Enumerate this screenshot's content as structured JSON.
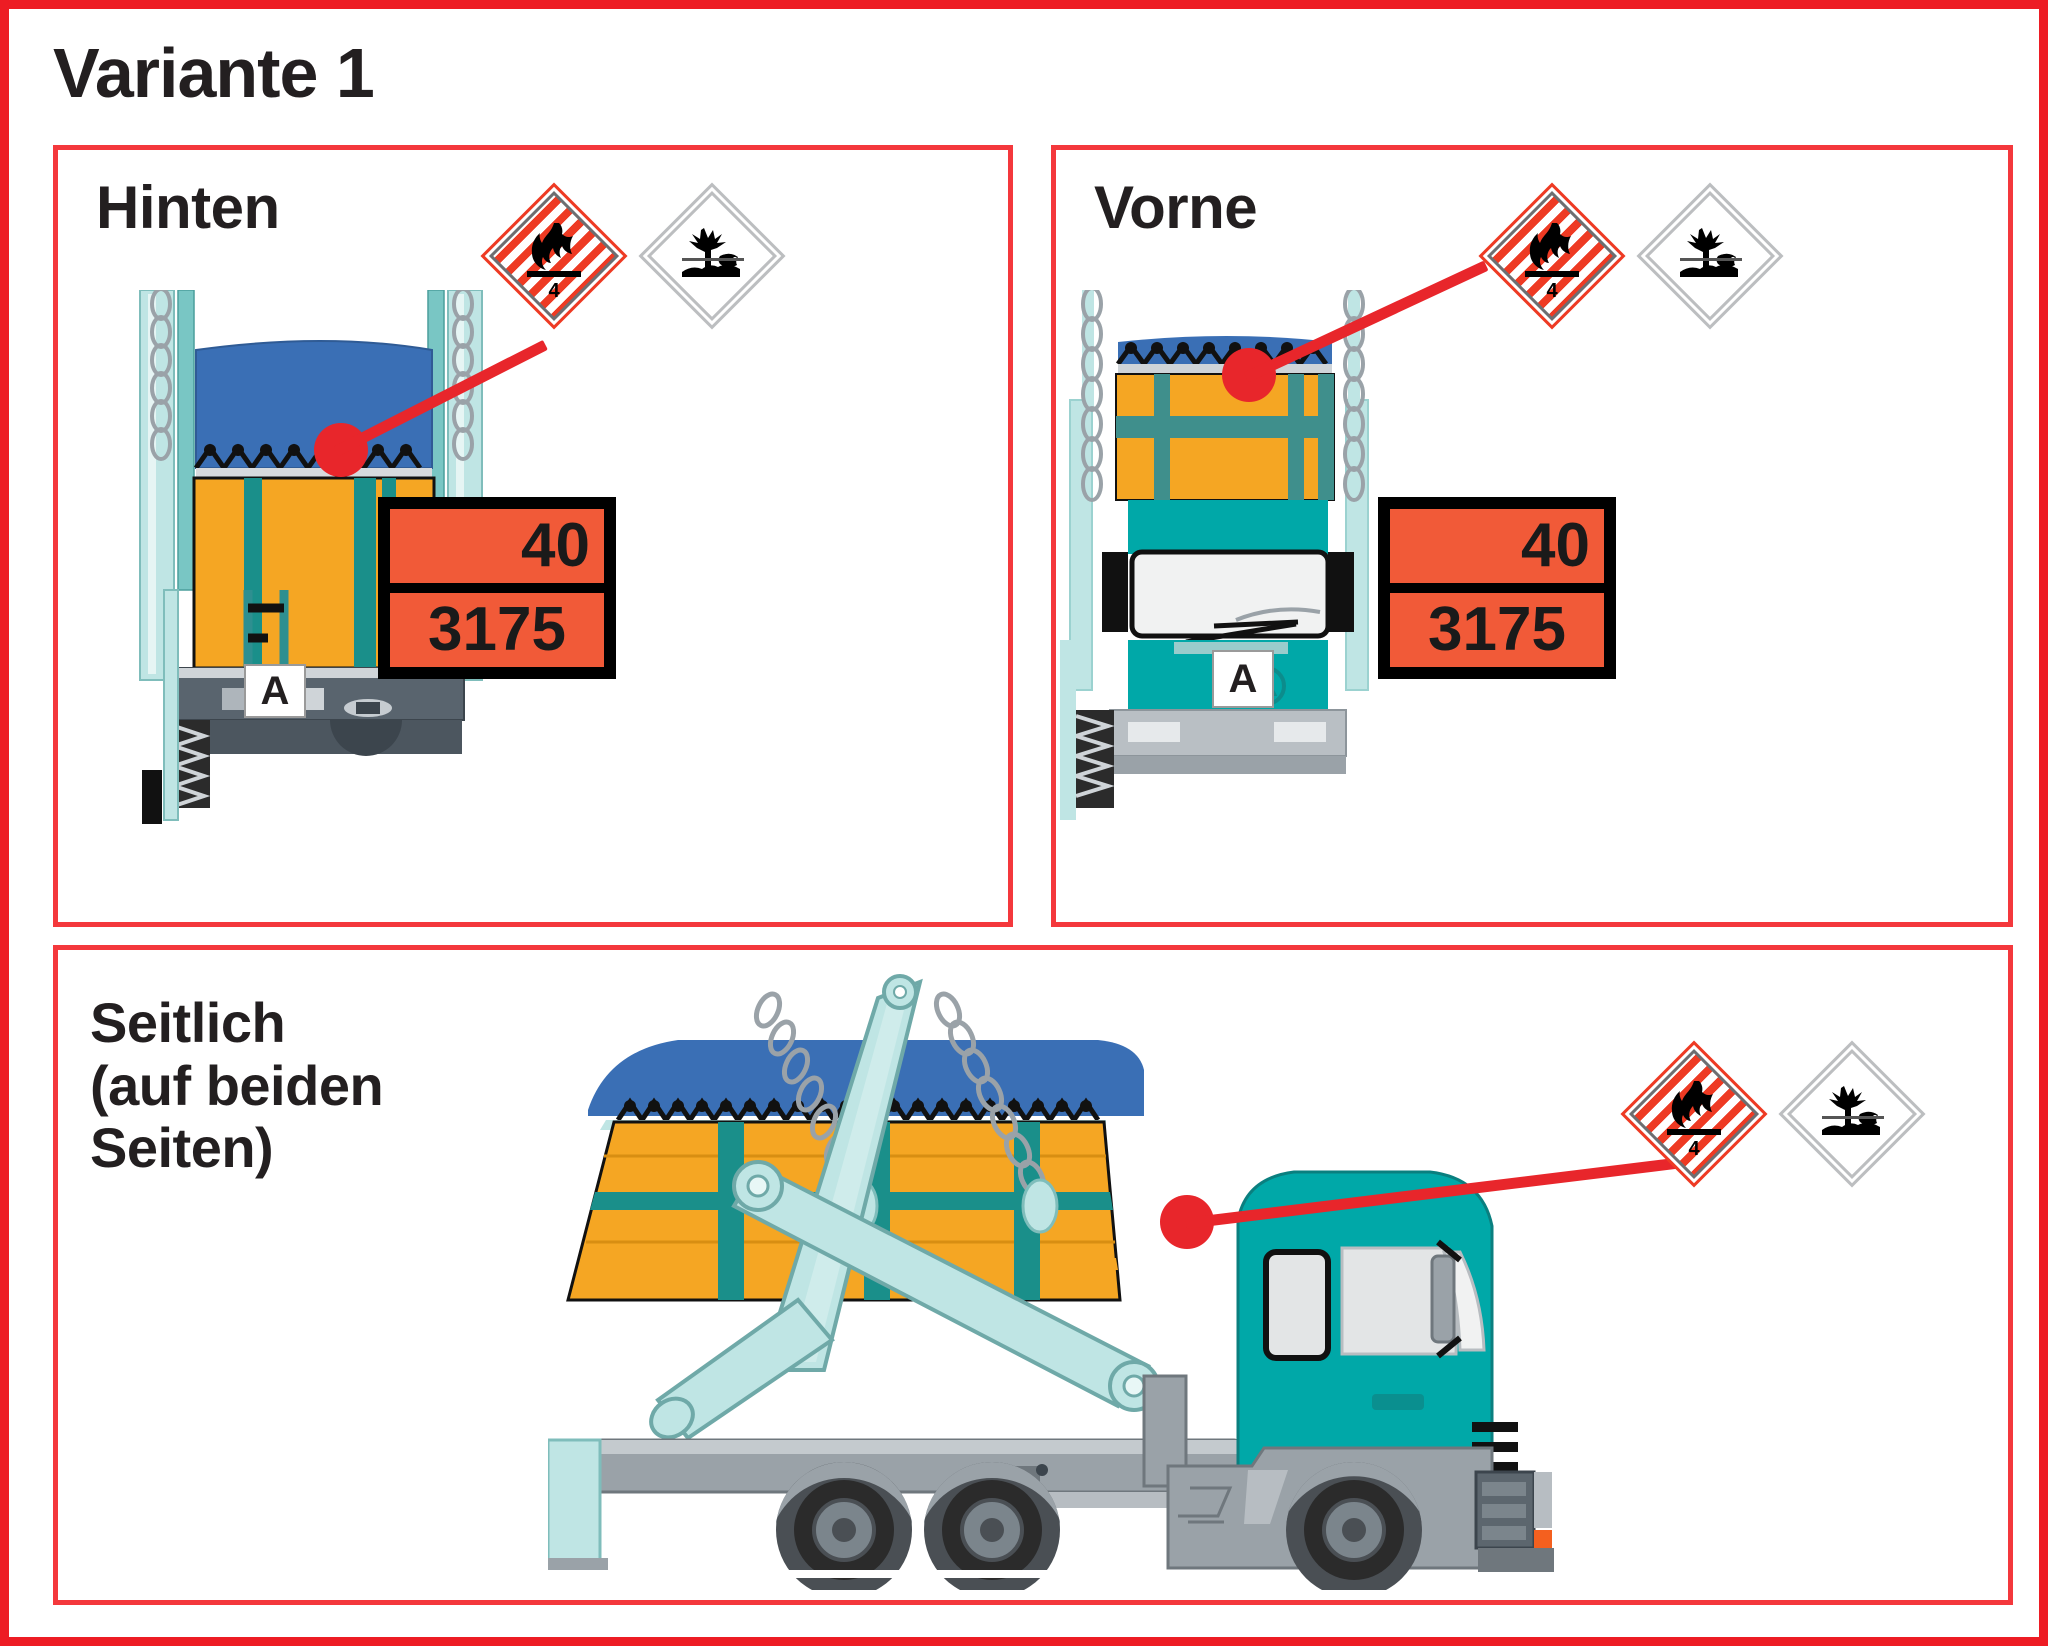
{
  "document": {
    "title": "Variante 1",
    "border_color": "#ed1c24"
  },
  "panels": [
    {
      "id": "hinten",
      "label": "Hinten",
      "view": "rear"
    },
    {
      "id": "vorne",
      "label": "Vorne",
      "view": "front"
    },
    {
      "id": "seitlich",
      "label": "Seitlich\n(auf beiden\nSeiten)",
      "view": "side"
    }
  ],
  "placards": {
    "class41": {
      "name": "flammable-solid-class-4-1",
      "class_number": "4",
      "symbol": "flame-icon",
      "background": "red-white-vertical-stripes",
      "stripe_red": "#ee3a23",
      "stripe_white": "#ffffff"
    },
    "environmental": {
      "name": "environmentally-hazardous-substance",
      "symbol": "dead-tree-and-fish-icon",
      "background": "#ffffff",
      "border": "#bcbec0"
    }
  },
  "kemler_plate": {
    "hazard_identification_number": "40",
    "un_number": "3175",
    "plate_color": "#f15a38",
    "text_color": "#1a1a1a",
    "frame_color": "#000000"
  },
  "country_plate": {
    "code": "A"
  },
  "colors": {
    "panel_border": "#f4383c",
    "leader_line": "#e8262b",
    "container_orange": "#f5a623",
    "container_teal": "#1a8f8a",
    "cab_teal": "#00a8a8",
    "tarp_blue": "#3a6fb5",
    "hoist_light": "#bfe5e4",
    "chassis_grey": "#8a9299",
    "text": "#231f20"
  }
}
